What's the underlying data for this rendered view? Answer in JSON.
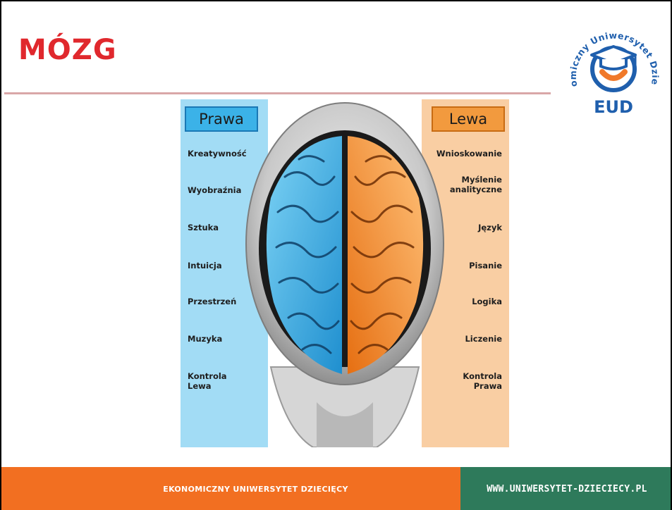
{
  "slide": {
    "title": "MÓZG"
  },
  "logo": {
    "arc_text": "Ekonomiczny Uniwersytet Dziecięcy",
    "abbr": "EUD",
    "colors": {
      "blue": "#1f5fad",
      "orange": "#f0792a"
    }
  },
  "figure": {
    "left_header": "Prawa",
    "right_header": "Lewa",
    "left_labels": [
      "Kreatywność",
      "Wyobraźnia",
      "Sztuka",
      "Intuicja",
      "Przestrzeń",
      "Muzyka",
      "Kontrola\nLewa"
    ],
    "right_labels": [
      "Wnioskowanie",
      "Myślenie\nanalityczne",
      "Język",
      "Pisanie",
      "Logika",
      "Liczenie",
      "Kontrola\nPrawa"
    ],
    "colors": {
      "right_hemisphere": "#3aa9e0",
      "left_hemisphere": "#ef8a2c",
      "left_panel": "#a2dcf5",
      "right_panel": "#f9cea3"
    }
  },
  "footer": {
    "left_text": "EKONOMICZNY UNIWERSYTET DZIECIĘCY",
    "right_text": "WWW.UNIWERSYTET-DZIECIECY.PL",
    "colors": {
      "left": "#f26f21",
      "right": "#2e7a5b"
    }
  }
}
